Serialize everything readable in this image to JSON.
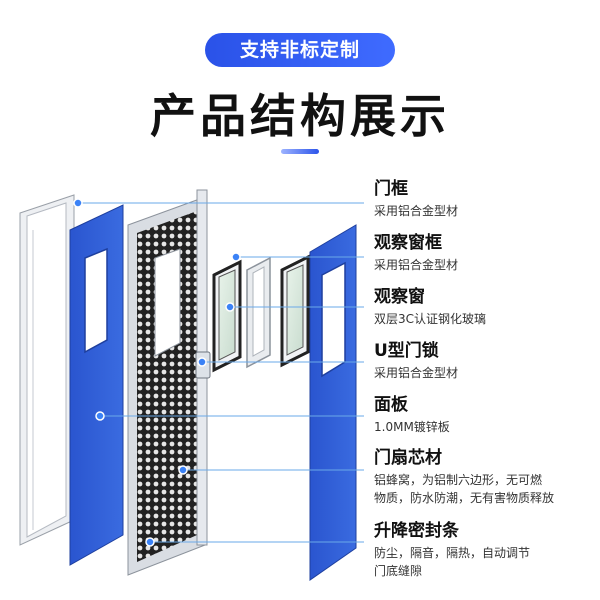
{
  "header": {
    "badge": "支持非标定制",
    "title": "产品结构展示"
  },
  "components": [
    {
      "name": "门框",
      "desc": [
        "采用铝合金型材"
      ]
    },
    {
      "name": "观察窗框",
      "desc": [
        "采用铝合金型材"
      ]
    },
    {
      "name": "观察窗",
      "desc": [
        "双层3C认证钢化玻璃"
      ]
    },
    {
      "name": "U型门锁",
      "desc": [
        "采用铝合金型材"
      ]
    },
    {
      "name": "面板",
      "desc": [
        "1.0MM镀锌板"
      ]
    },
    {
      "name": "门扇芯材",
      "desc": [
        "铝蜂窝，为铝制六边形，无可燃",
        "物质，防水防潮，无有害物质释放"
      ]
    },
    {
      "name": "升降密封条",
      "desc": [
        "防尘，隔音，隔热，自动调节",
        "门底缝隙"
      ]
    }
  ],
  "colors": {
    "accent": "#2c54ea",
    "panel_blue": "#2f5fd6",
    "frame_gray": "#d9dde3",
    "leader_line": "#6aa9e8"
  }
}
